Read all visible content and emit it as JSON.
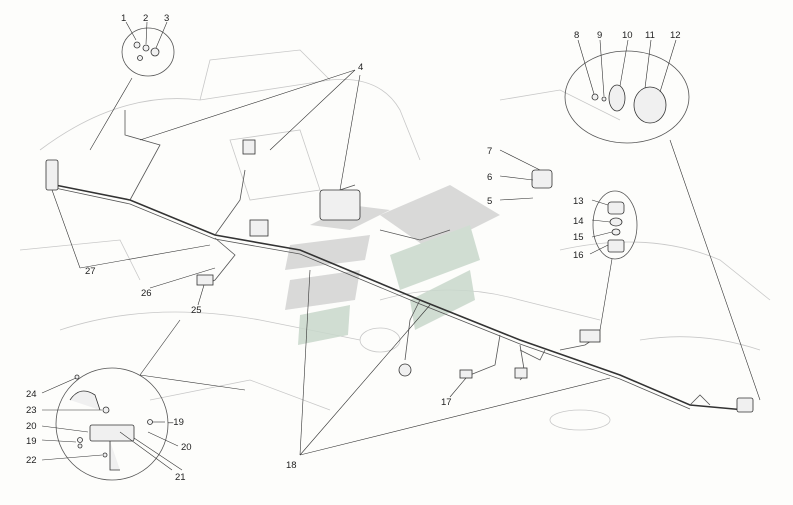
{
  "diagram": {
    "labels": {
      "l1": "1",
      "l2": "2",
      "l3": "3",
      "l4": "4",
      "l5": "5",
      "l6": "6",
      "l7": "7",
      "l8": "8",
      "l9": "9",
      "l10": "10",
      "l11": "11",
      "l12": "12",
      "l13": "13",
      "l14": "14",
      "l15": "15",
      "l16": "16",
      "l17": "17",
      "l18": "18",
      "l19a": "19",
      "l19b": "–19",
      "l20a": "20",
      "l20b": "20",
      "l21": "21",
      "l22": "22",
      "l23": "23",
      "l24": "24",
      "l25": "25",
      "l26": "26",
      "l27": "27"
    },
    "colors": {
      "ink": "#333333",
      "watermark_gray": "#d3d3d3",
      "watermark_green": "#c9d8cc"
    }
  }
}
